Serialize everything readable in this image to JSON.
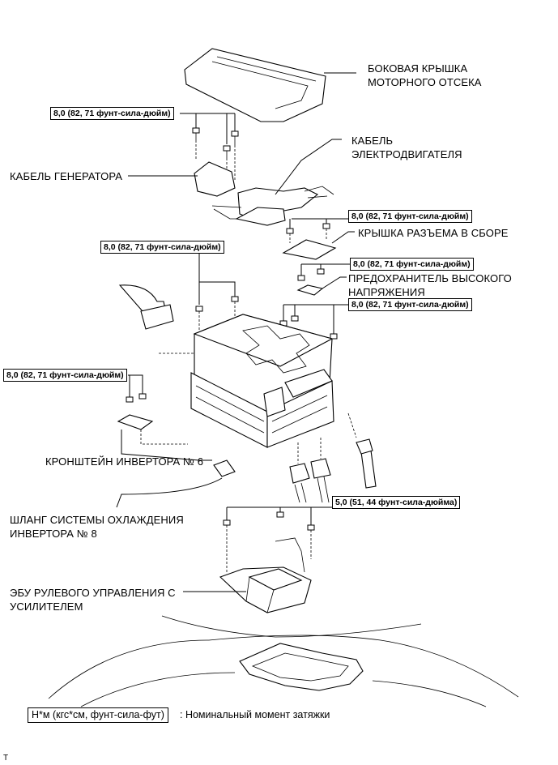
{
  "labels": {
    "engine_cover_1": "БОКОВАЯ КРЫШКА",
    "engine_cover_2": "МОТОРНОГО ОТСЕКА",
    "motor_cable_1": "КАБЕЛЬ",
    "motor_cable_2": "ЭЛЕКТРОДВИГАТЕЛЯ",
    "generator_cable": "КАБЕЛЬ ГЕНЕРАТОРА",
    "connector_cover": "КРЫШКА РАЗЪЕМА В СБОРЕ",
    "hv_fuse_1": "ПРЕДОХРАНИТЕЛЬ ВЫСОКОГО",
    "hv_fuse_2": "НАПРЯЖЕНИЯ",
    "inverter_bracket": "КРОНШТЕЙН ИНВЕРТОРА № 6",
    "cooling_hose_1": "ШЛАНГ СИСТЕМЫ ОХЛАЖДЕНИЯ",
    "cooling_hose_2": "ИНВЕРТОРА № 8",
    "eps_ecu_1": "ЭБУ РУЛЕВОГО УПРАВЛЕНИЯ С",
    "eps_ecu_2": "УСИЛИТЕЛЕМ"
  },
  "torques": {
    "cover_bolts": "8,0 (82, 71 фунт-сила-дюйм)",
    "connector_cover_bolts": "8,0 (82, 71 фунт-сила-дюйм)",
    "left_inverter_bolts": "8,0 (82, 71 фунт-сила-дюйм)",
    "fuse_bolts": "8,0 (82, 71 фунт-сила-дюйм)",
    "right_inverter_bolts": "8,0 (82, 71 фунт-сила-дюйм)",
    "bracket_bolts": "8,0 (82, 71 фунт-сила-дюйм)",
    "ecu_bolts": "5,0 (51, 44 фунт-сила-дюйма)"
  },
  "legend": {
    "unit": "Н*м (кгс*см, фунт-сила-фут)",
    "description": ": Номинальный момент затяжки"
  },
  "figure_code": "T"
}
